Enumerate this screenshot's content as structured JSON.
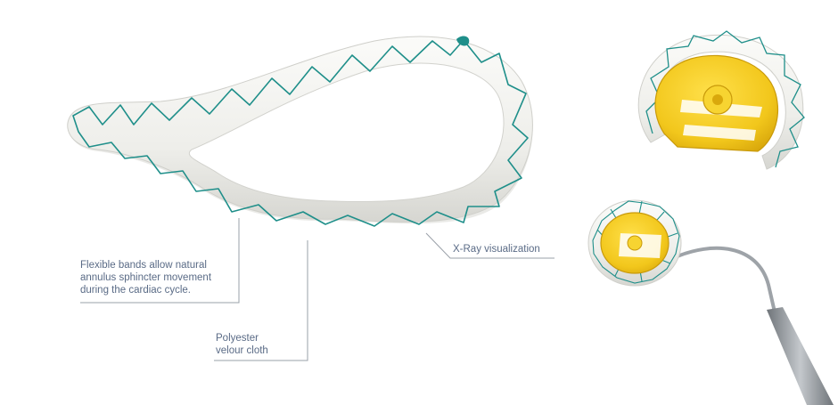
{
  "callouts": {
    "flexible_bands": "Flexible bands allow natural\nannulus sphincter movement\nduring the cardiac cycle.",
    "polyester": "Polyester\nvelour cloth",
    "xray": "X-Ray visualization"
  },
  "colors": {
    "cloth": "#f1f1ef",
    "cloth_shadow": "#d8d8d4",
    "stitch": "#1f8f8a",
    "holder": "#f2c71c",
    "holder_dark": "#c99a0a",
    "leader_line": "#9aa0a8",
    "text": "#5a6b86",
    "metal": "#8e9398"
  }
}
